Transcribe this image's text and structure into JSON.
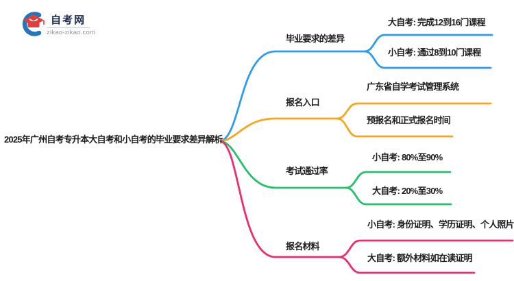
{
  "logo": {
    "site_name": "自考网",
    "site_url": "zikao-zikao.com",
    "icon_blue": "#2176bd",
    "icon_red": "#e23e3e"
  },
  "mindmap": {
    "root": "2025年广州自考专升本大自考和小自考的毕业要求差异解析",
    "text_color": "#1c1c1c",
    "branches": [
      {
        "label": "毕业要求的差异",
        "color": "#2e9bf0",
        "children": [
          "大自考: 完成12到16门课程",
          "小自考: 通过8到10门课程"
        ]
      },
      {
        "label": "报名入口",
        "color": "#f7a51c",
        "children": [
          "广东省自学考试管理系统",
          "预报名和正式报名时间"
        ]
      },
      {
        "label": "考试通过率",
        "color": "#23c16b",
        "children": [
          "小自考: 80%至90%",
          "大自考: 20%至30%"
        ]
      },
      {
        "label": "报名材料",
        "color": "#ef2a6f",
        "children": [
          "小自考: 身份证明、学历证明、个人照片",
          "大自考: 额外材料如在读证明"
        ]
      }
    ]
  }
}
